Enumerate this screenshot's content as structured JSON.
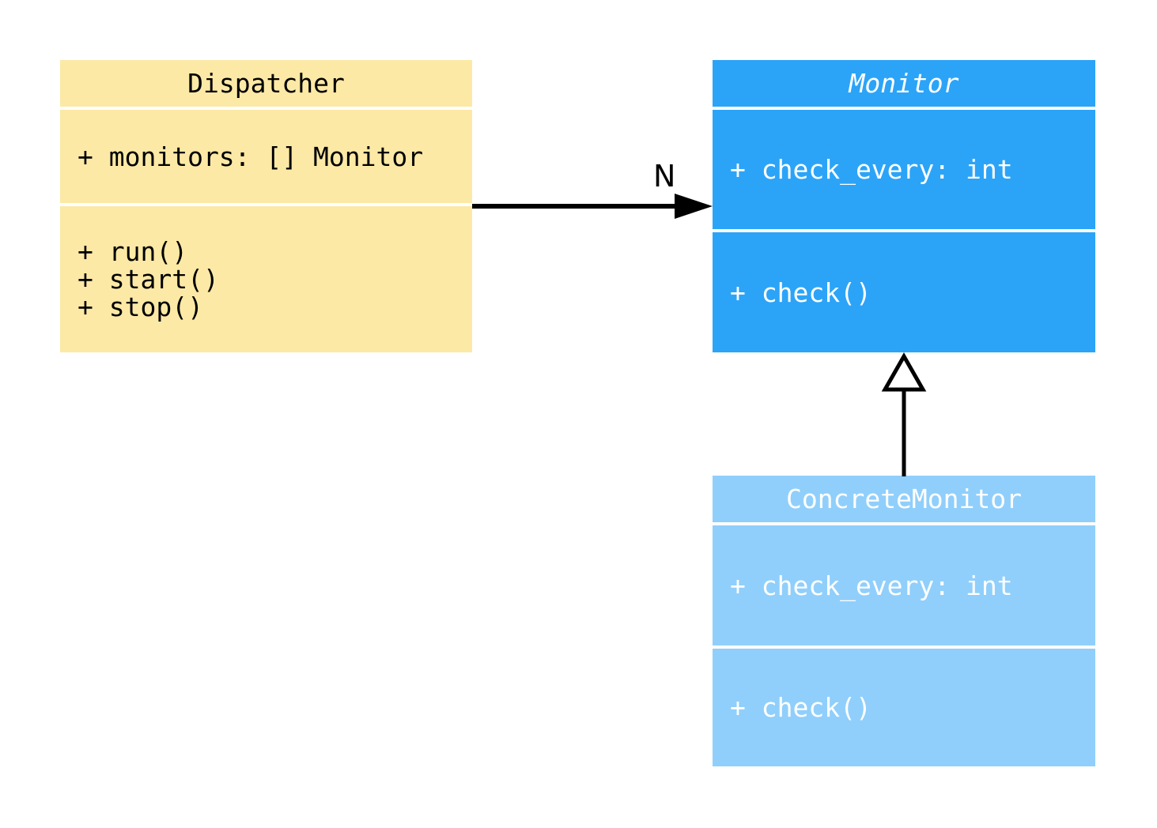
{
  "diagram": {
    "type": "uml-class-diagram",
    "background": "#FFFFFF",
    "classes": [
      {
        "name": "Dispatcher",
        "abstract": false,
        "fill": "#FCE9A6",
        "text_color": "#000000",
        "attributes": [
          "+ monitors: [] Monitor"
        ],
        "methods": [
          "+ run()",
          "+ start()",
          "+ stop()"
        ]
      },
      {
        "name": "Monitor",
        "abstract": true,
        "fill": "#2BA4F8",
        "text_color": "#FFFFFF",
        "attributes": [
          "+ check_every: int"
        ],
        "methods": [
          "+ check()"
        ]
      },
      {
        "name": "ConcreteMonitor",
        "abstract": false,
        "fill": "#90CFFB",
        "text_color": "#FFFFFF",
        "attributes": [
          "+ check_every: int"
        ],
        "methods": [
          "+ check()"
        ]
      }
    ],
    "relations": [
      {
        "type": "association",
        "from": "Dispatcher",
        "to": "Monitor",
        "label": "N",
        "arrow": "filled-arrowhead",
        "line_color": "#000000"
      },
      {
        "type": "generalization",
        "from": "ConcreteMonitor",
        "to": "Monitor",
        "label": "",
        "arrow": "hollow-triangle",
        "line_color": "#000000"
      }
    ]
  }
}
